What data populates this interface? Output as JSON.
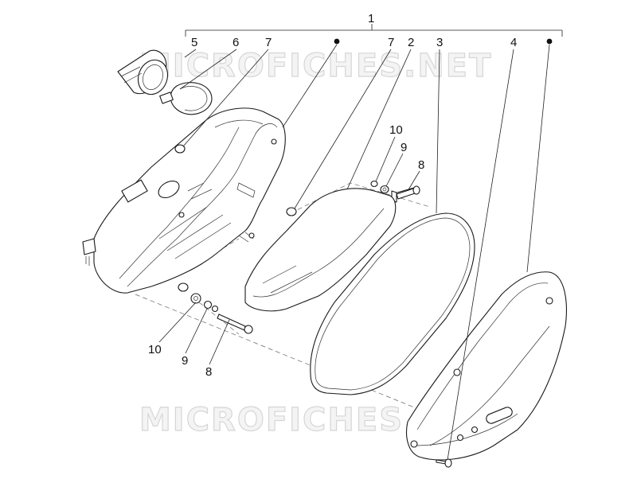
{
  "watermark": "MICROFICHES.NET",
  "callouts": {
    "c1": "1",
    "c5": "5",
    "c6": "6",
    "c7a": "7",
    "c7b": "7",
    "c2": "2",
    "c3": "3",
    "c4": "4",
    "c10a": "10",
    "c9a": "9",
    "c8a": "8",
    "c10b": "10",
    "c9b": "9",
    "c8b": "8"
  },
  "icons": {
    "assembly_marker": "filled-dot"
  }
}
